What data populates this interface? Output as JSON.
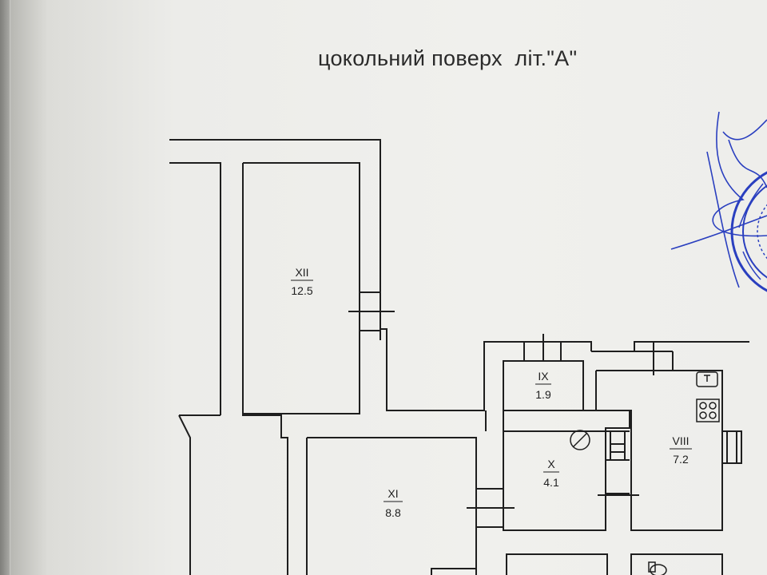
{
  "title": "цокольний поверх  літ.\"А\"",
  "rooms": [
    {
      "id": "XII",
      "area": "12.5"
    },
    {
      "id": "XI",
      "area": "8.8"
    },
    {
      "id": "X",
      "area": "4.1"
    },
    {
      "id": "IX",
      "area": "1.9"
    },
    {
      "id": "VIII",
      "area": "7.2"
    }
  ],
  "colors": {
    "ink": "#1e1e1e",
    "stamp": "#2a3fbf"
  },
  "icons": [
    "meter-icon",
    "stove-icon",
    "sink-icon",
    "toilet-icon",
    "stamp-seal-icon"
  ]
}
